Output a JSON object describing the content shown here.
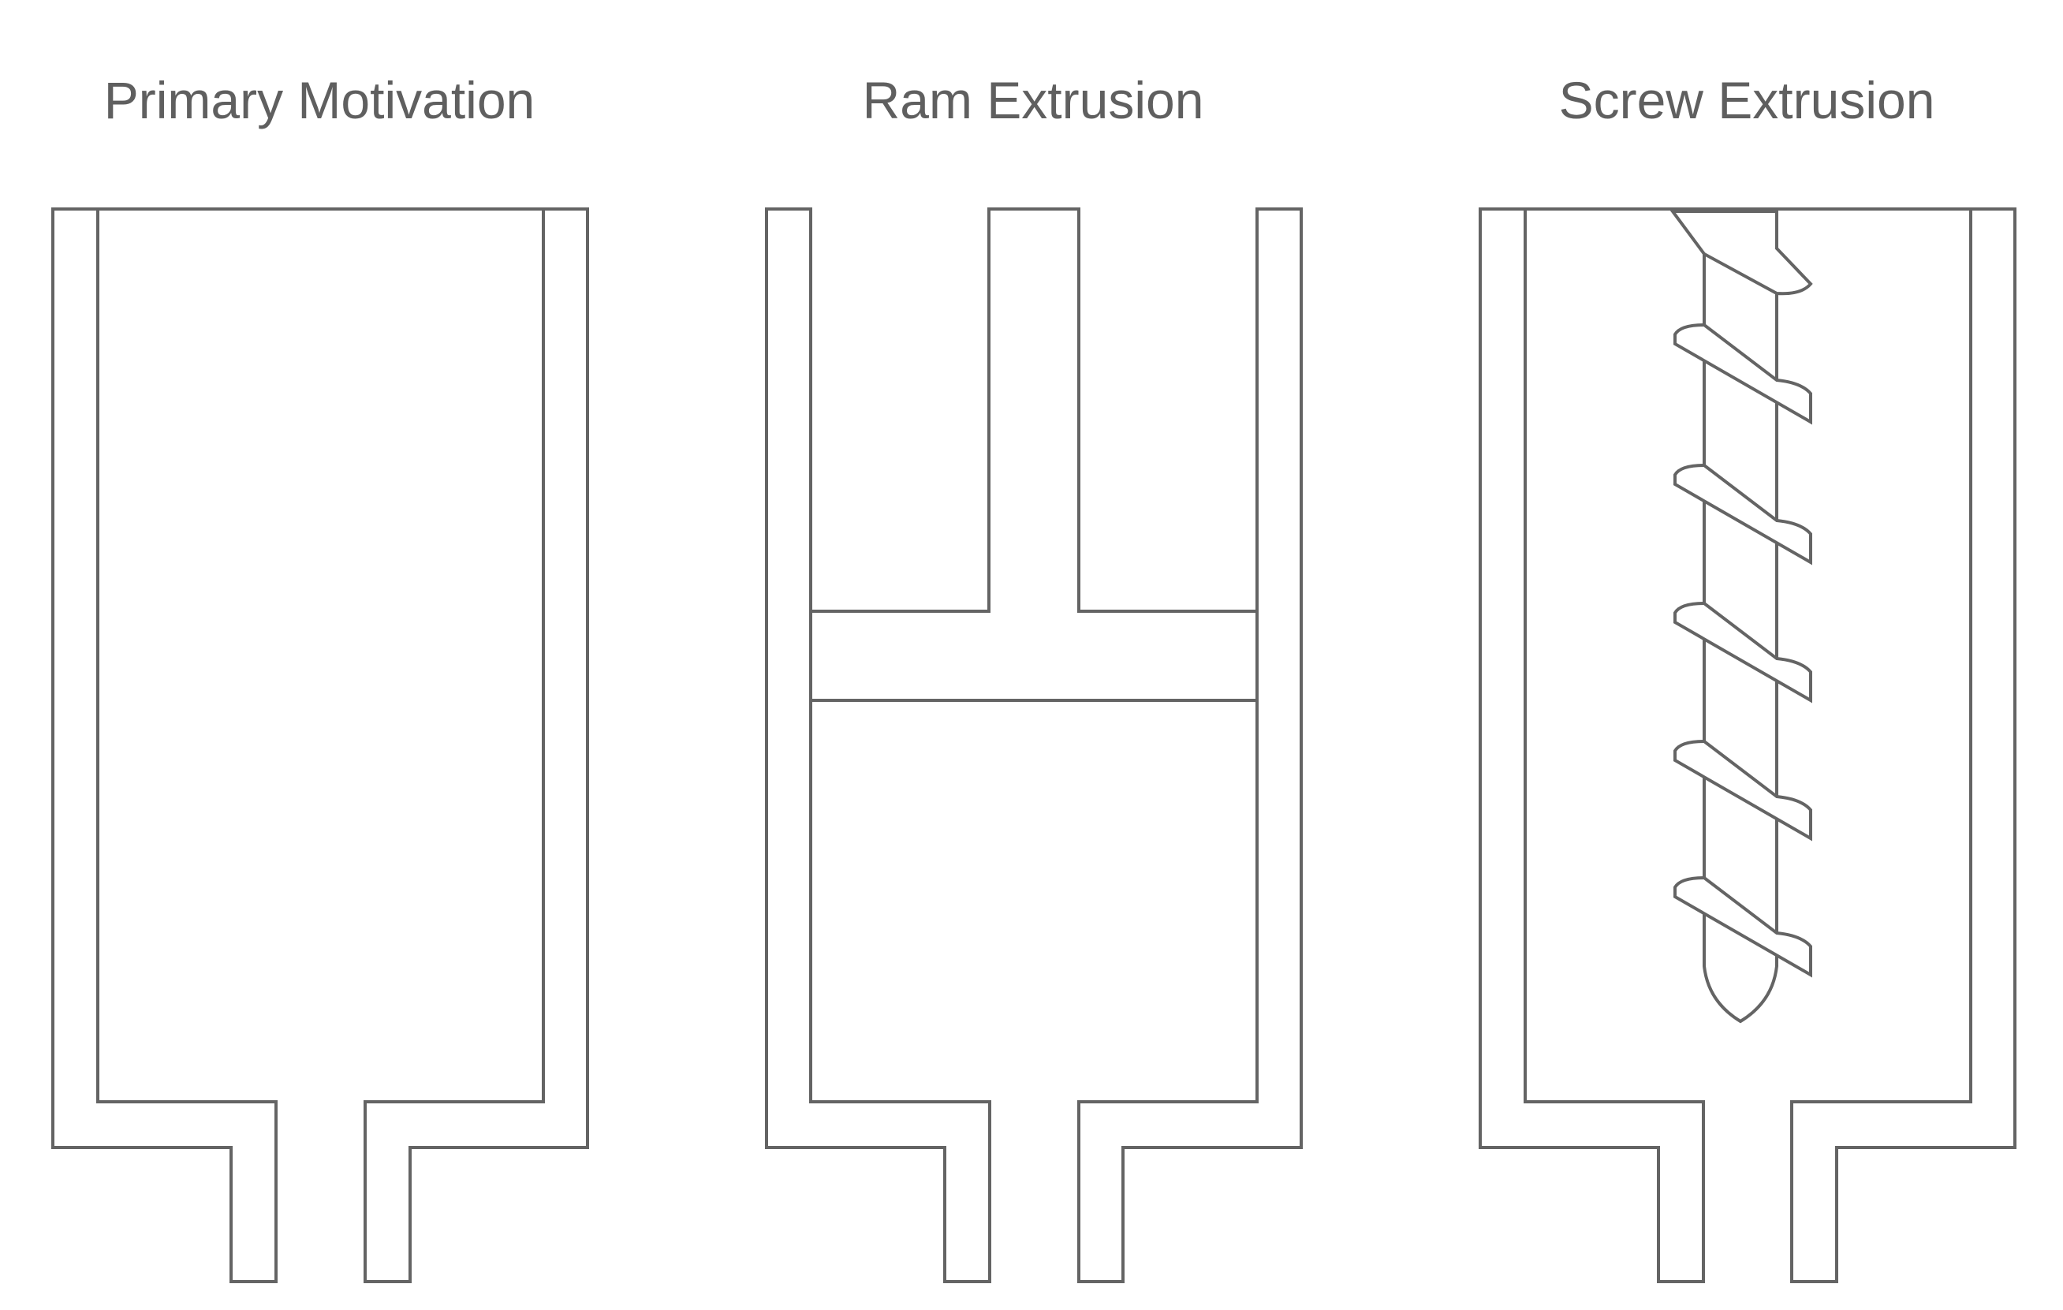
{
  "diagram": {
    "panels": [
      {
        "id": "primary",
        "title": "Primary Motivation"
      },
      {
        "id": "ram",
        "title": "Ram Extrusion"
      },
      {
        "id": "screw",
        "title": "Screw Extrusion"
      }
    ],
    "colors": {
      "stroke": "#646464",
      "text": "#5f5f5f",
      "background": "#ffffff"
    }
  }
}
